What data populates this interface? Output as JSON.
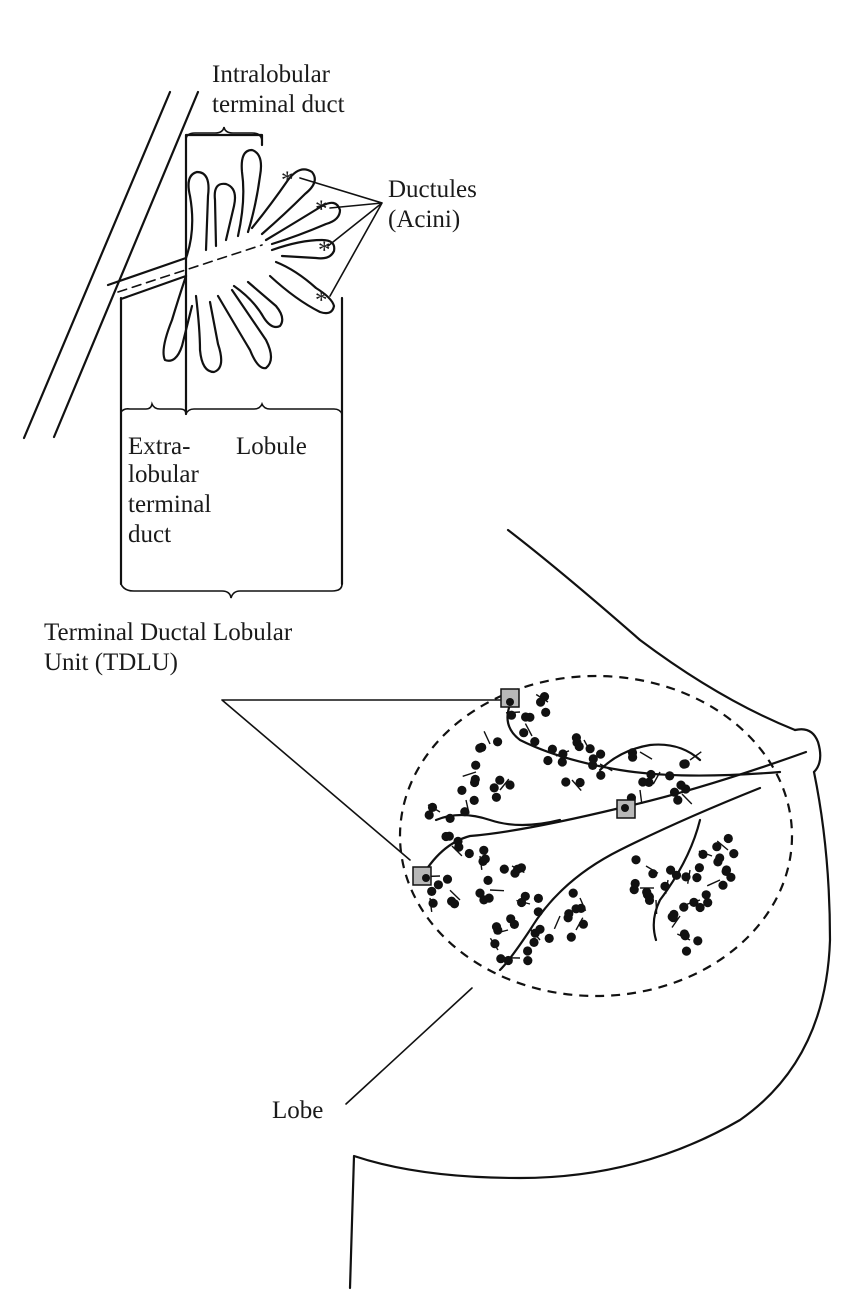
{
  "labels": {
    "intralobular_line1": "Intralobular",
    "intralobular_line2": "terminal duct",
    "ductules_line1": "Ductules",
    "ductules_line2": "(Acini)",
    "extra_line1": "Extra-",
    "extra_line2": "lobular",
    "extra_line3": "terminal",
    "extra_line4": "duct",
    "lobule": "Lobule",
    "tdlu_line1": "Terminal Ductal Lobular",
    "tdlu_line2": "Unit (TDLU)",
    "lobe": "Lobe"
  },
  "colors": {
    "ink": "#111111",
    "background": "#ffffff",
    "highlight_box": "#b8b8b8"
  },
  "icons": {
    "acinus_marker": "asterisk"
  }
}
